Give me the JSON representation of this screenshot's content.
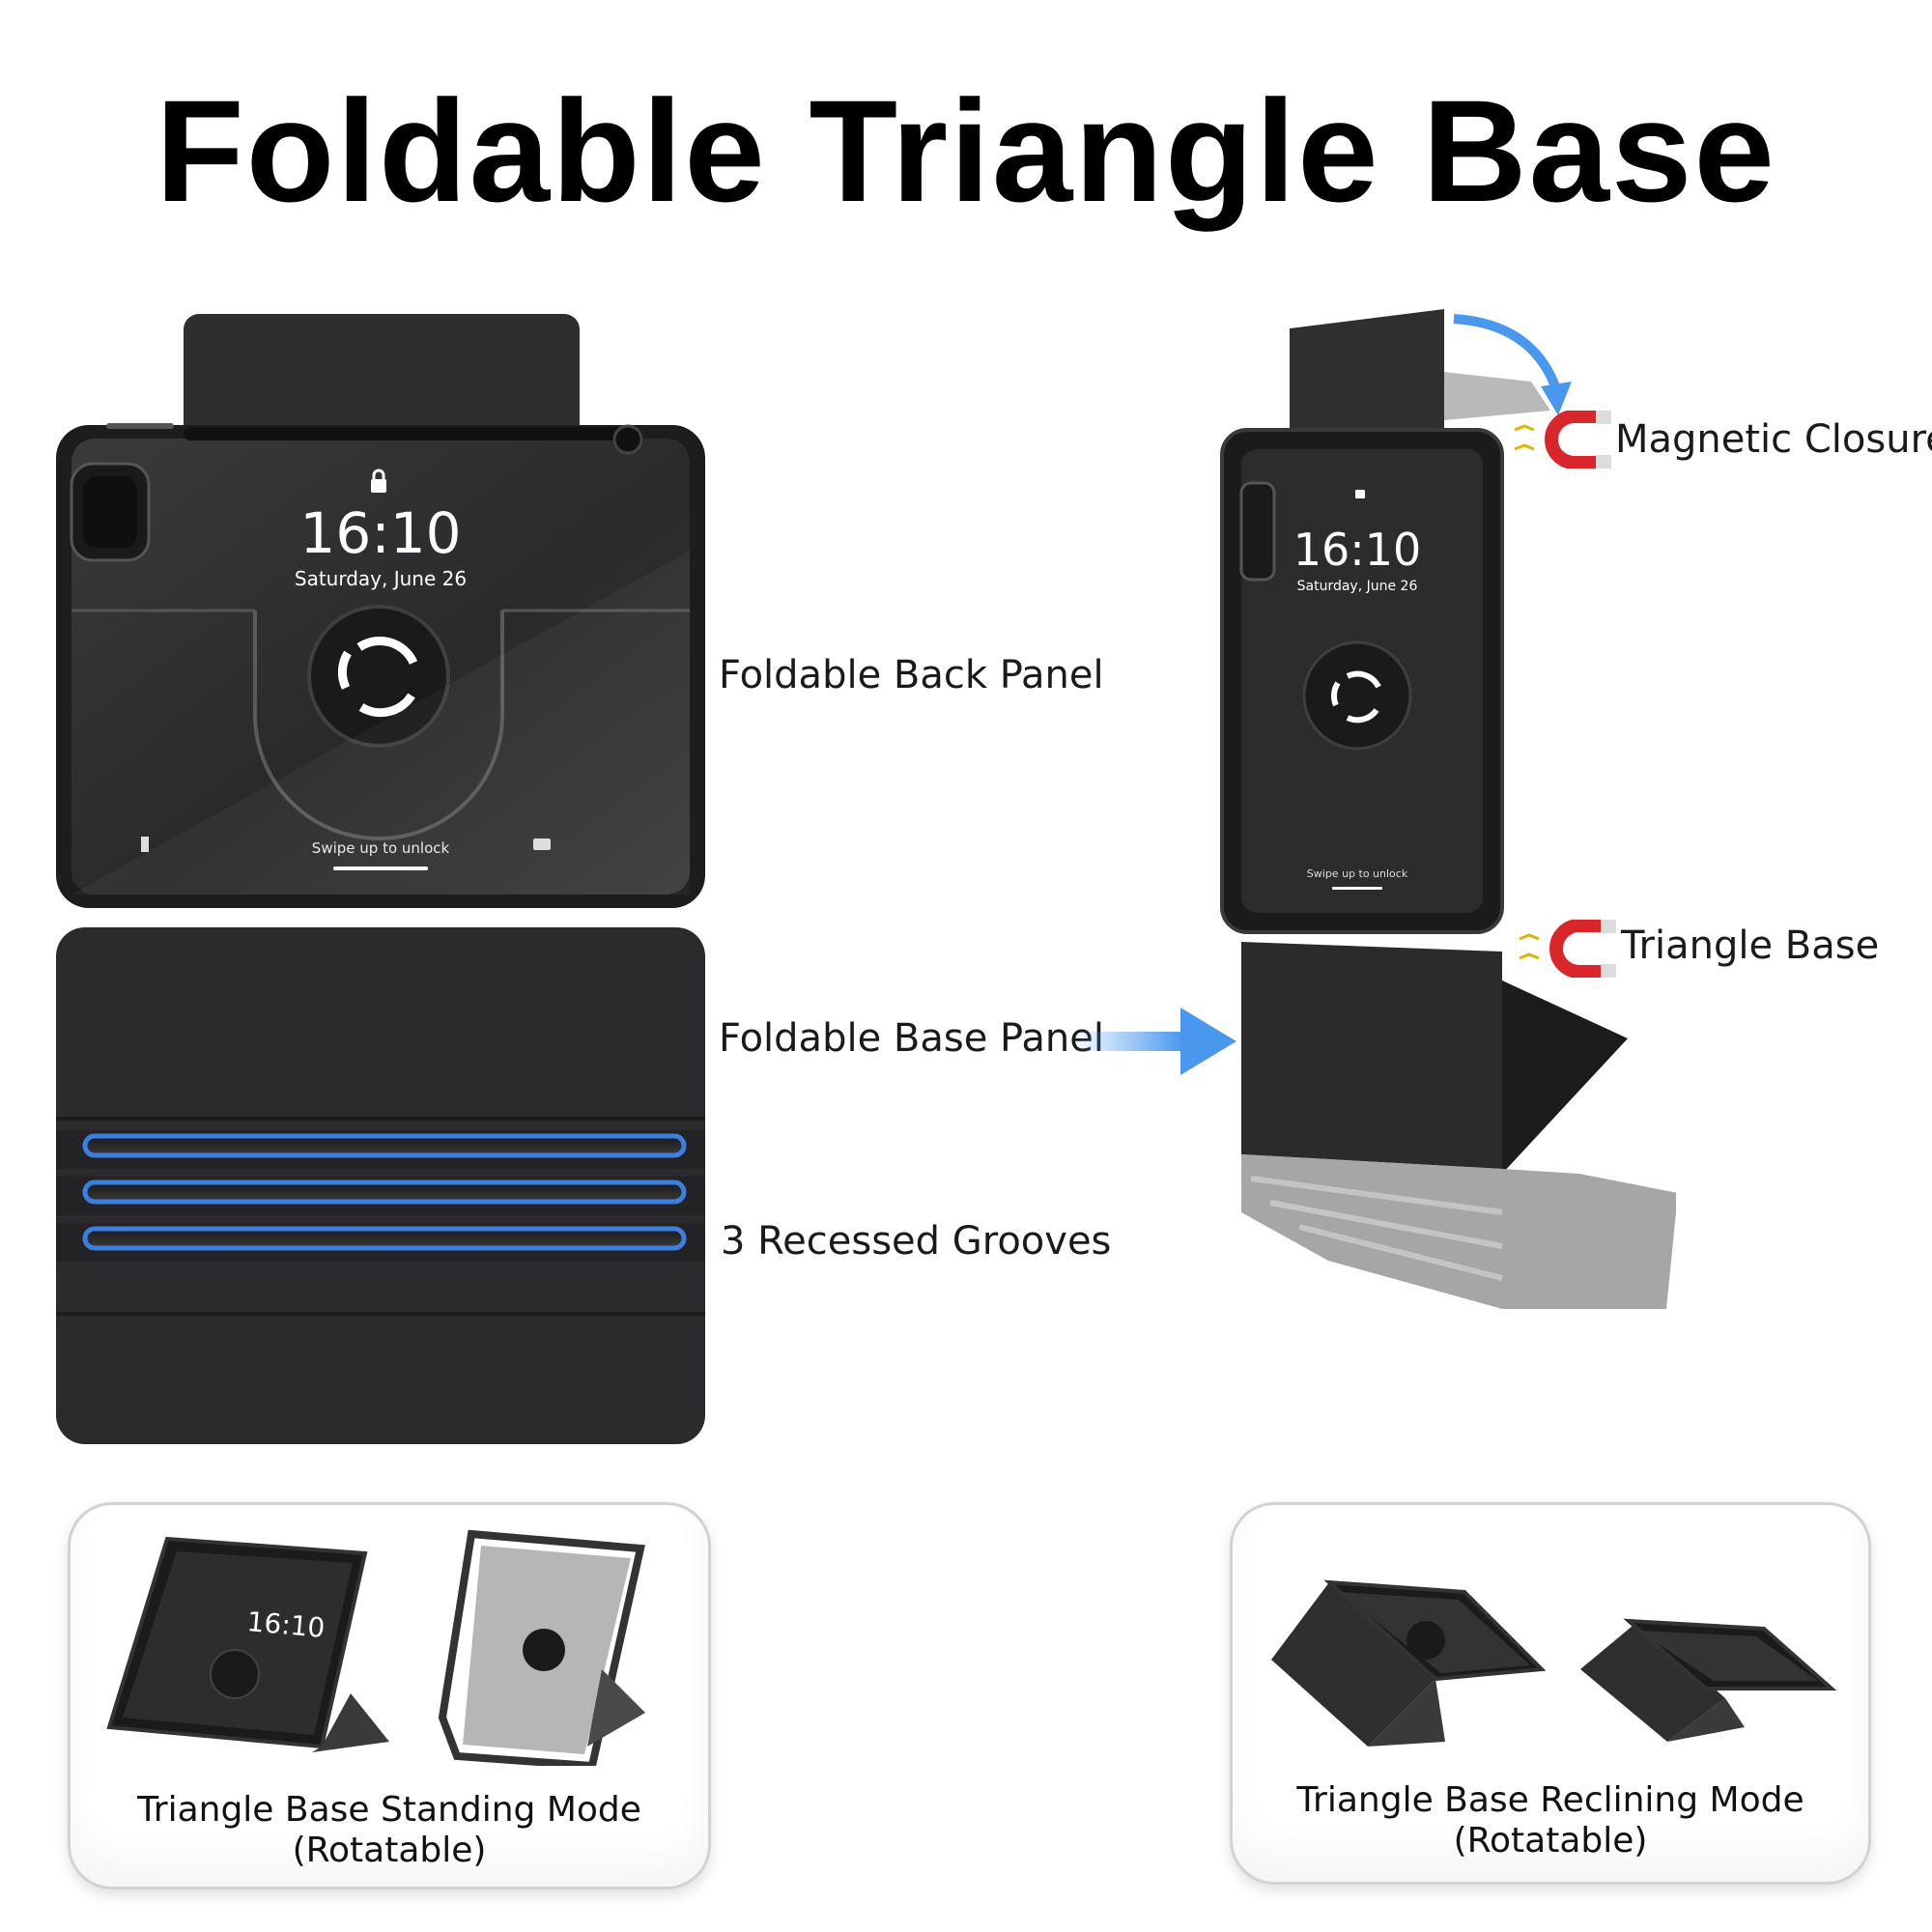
{
  "title": "Foldable Triangle Base",
  "callouts": {
    "back_panel": "Foldable Back Panel",
    "base_panel": "Foldable Base Panel",
    "grooves": "3 Recessed Grooves",
    "magnetic_closure": "Magnetic Closure",
    "triangle_base": "Triangle Base"
  },
  "screen": {
    "time": "16:10",
    "date": "Saturday, June 26",
    "unlock_hint": "Swipe up to unlock"
  },
  "modes": {
    "standing": {
      "line1": "Triangle Base Standing Mode",
      "line2": "(Rotatable)"
    },
    "reclining": {
      "line1": "Triangle Base Reclining Mode",
      "line2": "(Rotatable)"
    }
  },
  "colors": {
    "case_dark": "#2b2b2d",
    "groove_blue": "#3b7fe0",
    "arrow_blue": "#4a98ee",
    "magnet_red": "#d9262b",
    "gray_panel": "#a6a6a6"
  },
  "icons": [
    "lock-icon",
    "rotate-icon",
    "flashlight-icon",
    "camera-icon",
    "magnet-icon",
    "arrow-icon"
  ]
}
